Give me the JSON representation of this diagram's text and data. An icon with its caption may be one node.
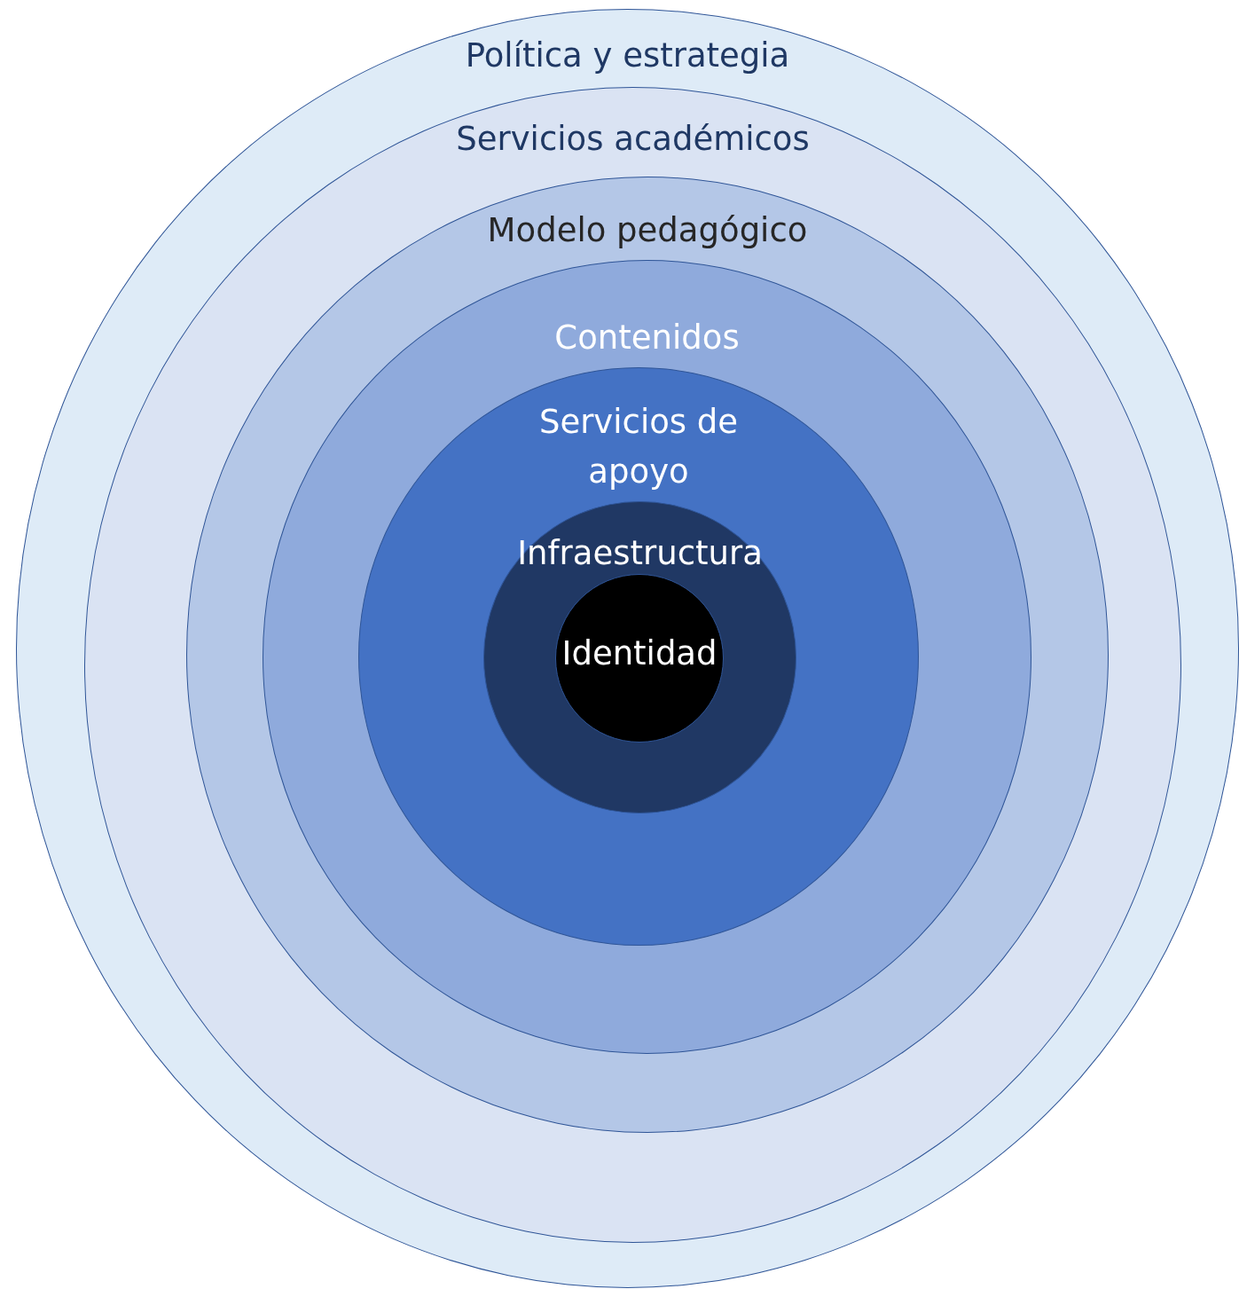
{
  "diagram": {
    "nodes": [
      {
        "text": [
          "Política y estrategia"
        ]
      },
      {
        "text": [
          "Servicios académicos"
        ],
        "in": 0
      },
      {
        "text": [
          "Modelo pedagógico"
        ],
        "in": 1
      },
      {
        "text": [
          "Contenidos"
        ],
        "in": 2
      },
      {
        "text": [
          "Servicios de apoyo"
        ],
        "in": 3
      },
      {
        "text": [
          "Infraestructura"
        ],
        "in": 4
      },
      {
        "text": [
          "Identidad"
        ],
        "in": 5
      }
    ]
  }
}
